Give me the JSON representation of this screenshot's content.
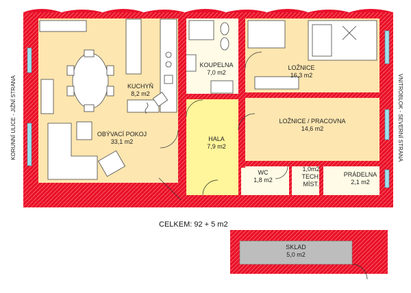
{
  "street_labels": {
    "left": "KORUNNÍ ULICE - JIŽNÍ STRANA",
    "right": "VNITROBLOK - SEVERNÍ STRANA"
  },
  "total_area": "CELKEM: 92 + 5 m2",
  "rooms": [
    {
      "id": "living",
      "name": "OBÝVACÍ POKOJ",
      "area": "33,1 m2"
    },
    {
      "id": "kitchen",
      "name": "KUCHYŇ",
      "area": "8,2 m2"
    },
    {
      "id": "bathroom",
      "name": "KOUPELNA",
      "area": "7,0 m2"
    },
    {
      "id": "bedroom",
      "name": "LOŽNICE",
      "area": "16,3 m2"
    },
    {
      "id": "bedroom-office",
      "name": "LOŽNICE / PRACOVNA",
      "area": "14,6 m2"
    },
    {
      "id": "hall",
      "name": "HALA",
      "area": "7,9 m2"
    },
    {
      "id": "wc",
      "name": "WC",
      "area": "1,8 m2"
    },
    {
      "id": "tech",
      "name": "TECH.",
      "name2": "MÍST.",
      "area": "1,0m2"
    },
    {
      "id": "laundry",
      "name": "PRÁDELNA",
      "area": "2,1 m2"
    },
    {
      "id": "storage",
      "name": "SKLAD",
      "area": "5,0 m2"
    }
  ],
  "colors": {
    "wall": "#e8102a",
    "floor_main": "#fde6b0",
    "floor_wet": "#fffbe6",
    "floor_hall": "#fff59a",
    "storage": "#bdbdbd",
    "window": "#9fe0ec"
  }
}
